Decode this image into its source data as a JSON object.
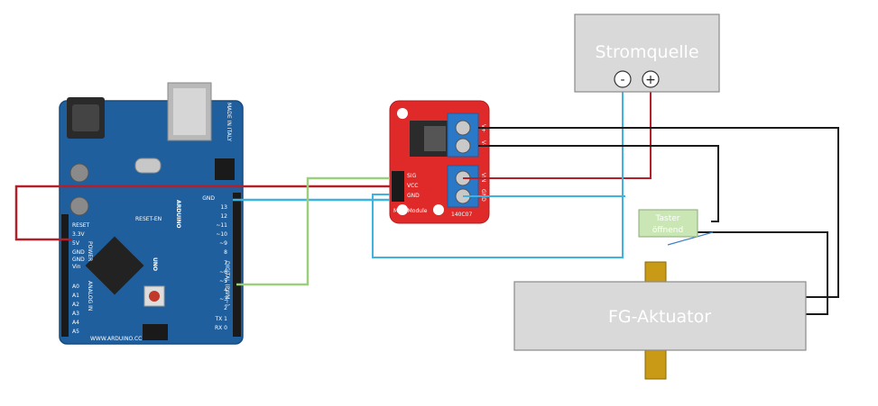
{
  "power_supply": {
    "label": "Stromquelle",
    "minus": "-",
    "plus": "+"
  },
  "actuator": {
    "label": "FG-Aktuator"
  },
  "switch": {
    "line1": "Taster",
    "line2": "öffnend"
  },
  "mosfet": {
    "pins": [
      "SIG",
      "VCC",
      "GND"
    ],
    "label": "MOS Module",
    "code": "140C07",
    "v_plus": "V+",
    "v_minus": "V-",
    "vin": "VIN",
    "gnd": "GND"
  },
  "arduino": {
    "model": "UNO",
    "brand": "ARDUINO",
    "made_in": "MADE IN ITALY",
    "url": "WWW.ARDUINO.CC",
    "power_pins": [
      "RESET",
      "3.3V",
      "5V",
      "GND",
      "GND",
      "Vin"
    ],
    "analog_pins": [
      "A0",
      "A1",
      "A2",
      "A3",
      "A4",
      "A5"
    ],
    "digital_pins": [
      "GND",
      "13",
      "12",
      "~11",
      "~10",
      "~9",
      "8",
      "7",
      "~6",
      "~5",
      "4",
      "~3",
      "2",
      "TX 1",
      "RX 0"
    ],
    "reset_label": "RESET-EN",
    "digital_label": "DIGITAL (PWM~)",
    "power_label": "POWER",
    "analog_label": "ANALOG IN"
  },
  "colors": {
    "red_wire": "#b3202a",
    "blue_wire": "#3fb3e0",
    "green_wire": "#9bcf7c",
    "black_wire": "#1a1a1a",
    "board": "#1f5f9e",
    "mosfet_board": "#e02a2a",
    "terminal": "#2a78c8",
    "box_fill": "#d9d9d9",
    "switch_fill": "#c9e6b4",
    "rod": "#c99a16"
  }
}
